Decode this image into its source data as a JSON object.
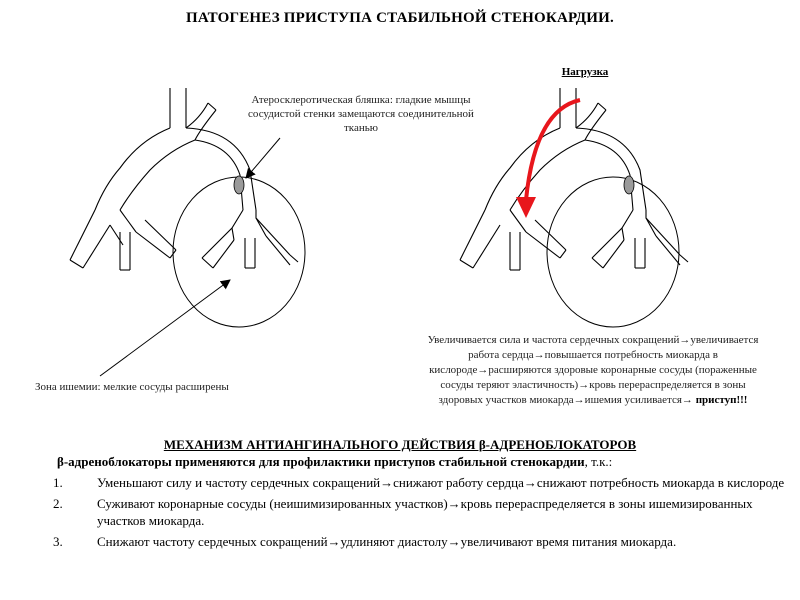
{
  "title": "ПАТОГЕНЕЗ ПРИСТУПА СТАБИЛЬНОЙ СТЕНОКАРДИИ.",
  "labels": {
    "plaque": "Атеросклеротическая бляшка: гладкие мышцы сосудистой стенки замещаются соединительной тканью",
    "load": "Нагрузка",
    "ischemia_zone": "Зона ишемии: мелкие сосуды расширены",
    "effect_text": "Увеличивается сила и частота сердечных сокращений→увеличивается работа сердца→повышается потребность миокарда в кислороде→расширяются здоровые коронарные сосуды (пораженные сосуды теряют эластичность)→кровь перераспределяется в зоны здоровых участков миокарда→ишемия усиливается→",
    "effect_emph": "приступ!!!"
  },
  "mechanism": {
    "title": "МЕХАНИЗМ АНТИАНГИНАЛЬНОГО ДЕЙСТВИЯ β-АДРЕНОБЛОКАТОРОВ",
    "intro_bold": "β-адреноблокаторы применяются для профилактики приступов стабильной стенокардии",
    "intro_rest": ", т.к.:",
    "items": [
      {
        "num": "1.",
        "text": "Уменьшают силу и частоту сердечных сокращений→снижают работу сердца→снижают потребность миокарда в кислороде"
      },
      {
        "num": "2.",
        "text": "Суживают коронарные сосуды (неишимизированных участков)→кровь перераспределяется в зоны ишемизированных участков миокарда."
      },
      {
        "num": "3.",
        "text": "Снижают частоту сердечных сокращений→удлиняют диастолу→увеличивают время питания миокарда."
      }
    ]
  },
  "colors": {
    "arrow": "#e8161c",
    "plaque_fill": "#9a9a9a"
  }
}
